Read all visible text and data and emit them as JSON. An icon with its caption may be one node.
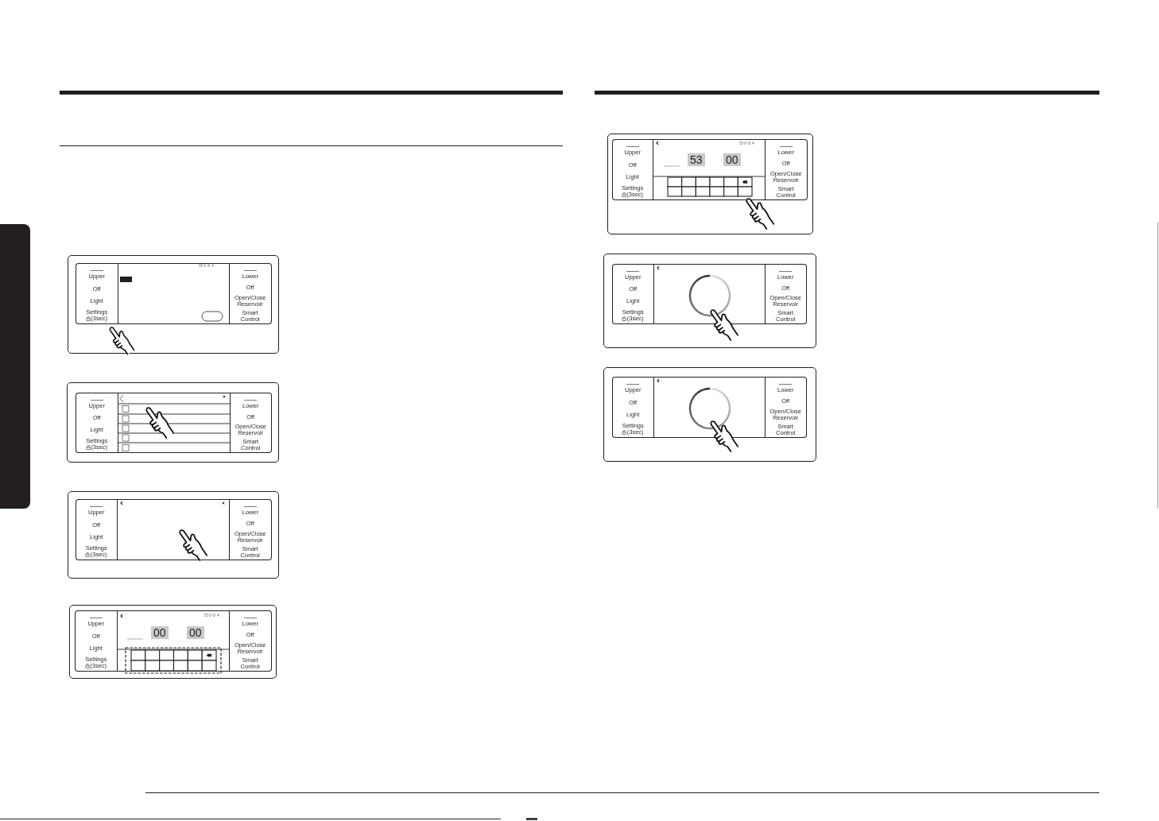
{
  "diagram": {
    "nodes": [
      {
        "text": [],
        "shape": "box"
      },
      {
        "text": [],
        "shape": "box"
      },
      {
        "text": [
          "Upper",
          "Off",
          "Light",
          "Settings",
          "(3sec)"
        ],
        "in": 1
      },
      {
        "text": [],
        "shape": "box",
        "in": 1
      },
      {
        "text": [
          "Lower",
          "Off",
          "Open/Close Reservoir",
          "Smart Control"
        ],
        "in": 1
      },
      {
        "text": [],
        "shape": "box"
      },
      {
        "text": [
          "Upper",
          "Off",
          "Light",
          "Settings",
          "(3sec)"
        ],
        "in": 5
      },
      {
        "text": [],
        "shape": "box",
        "in": 5
      },
      {
        "text": [
          "Lower",
          "Off",
          "Open/Close Reservoir",
          "Smart Control"
        ],
        "in": 5
      },
      {
        "text": [],
        "shape": "box"
      },
      {
        "text": [
          "Upper",
          "Off",
          "Light",
          "Settings",
          "(3sec)"
        ],
        "in": 9
      },
      {
        "text": [],
        "shape": "box",
        "in": 9
      },
      {
        "text": [
          "Lower",
          "Off",
          "Open/Close Reservoir",
          "Smart Control"
        ],
        "in": 9
      },
      {
        "text": [],
        "shape": "box"
      },
      {
        "text": [
          "Upper",
          "Off",
          "Light",
          "Settings",
          "(3sec)"
        ],
        "in": 13
      },
      {
        "text": [
          "00",
          "00"
        ],
        "in": 13
      },
      {
        "text": [
          "Lower",
          "Off",
          "Open/Close Reservoir",
          "Smart Control"
        ],
        "in": 13
      },
      {
        "text": [],
        "shape": "box"
      },
      {
        "text": [
          "Upper",
          "Off",
          "Light",
          "Settings",
          "(3sec)"
        ],
        "in": 17
      },
      {
        "text": [
          "53",
          "00"
        ],
        "in": 17
      },
      {
        "text": [
          "Lower",
          "Off",
          "Open/Close Reservoir",
          "Smart Control"
        ],
        "in": 17
      },
      {
        "text": [],
        "shape": "box"
      },
      {
        "text": [
          "Upper",
          "Off",
          "Light",
          "Settings",
          "(3sec)"
        ],
        "in": 21
      },
      {
        "text": [],
        "shape": "box",
        "in": 21
      },
      {
        "text": [
          "Lower",
          "Off",
          "Open/Close Reservoir",
          "Smart Control"
        ],
        "in": 21
      },
      {
        "text": [],
        "shape": "box"
      },
      {
        "text": [
          "Upper",
          "Off",
          "Light",
          "Settings",
          "(3sec)"
        ],
        "in": 25
      },
      {
        "text": [],
        "shape": "box",
        "in": 25
      },
      {
        "text": [
          "Lower",
          "Off",
          "Open/Close Reservoir",
          "Smart Control"
        ],
        "in": 25
      }
    ]
  }
}
